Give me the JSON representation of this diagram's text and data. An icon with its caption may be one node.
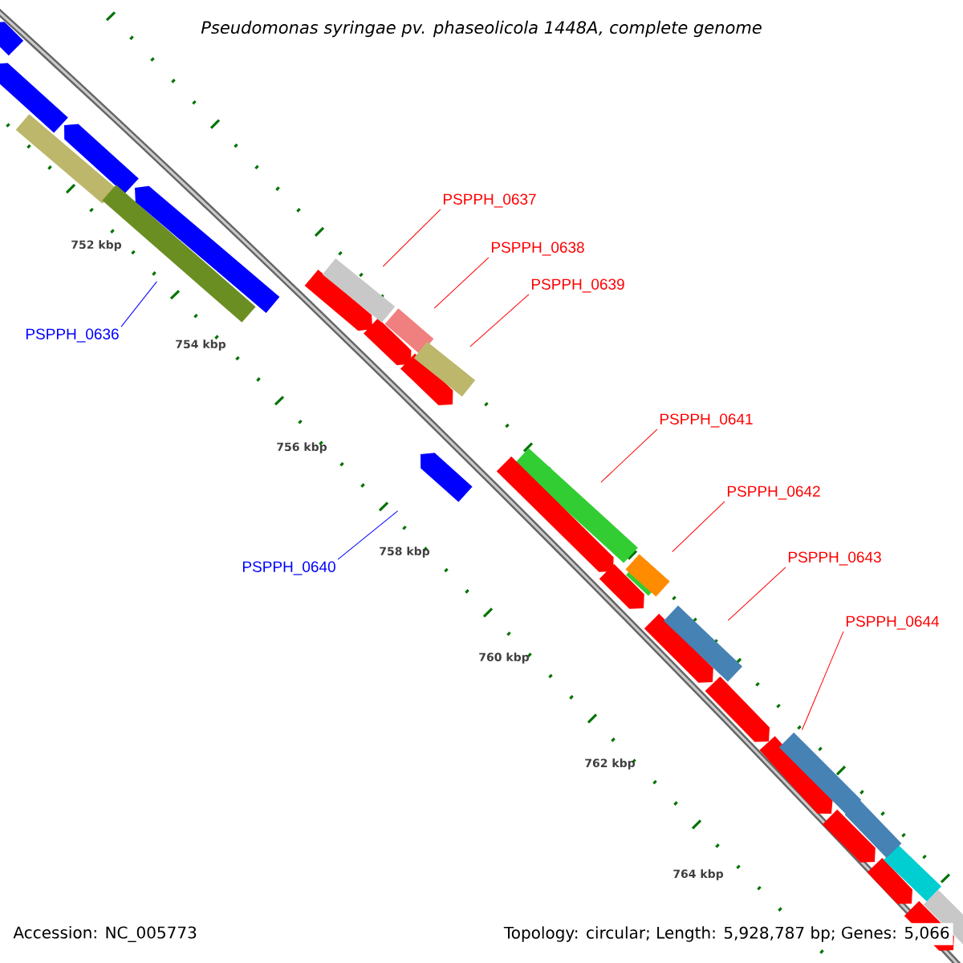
{
  "diagram": {
    "title": "Pseudomonas syringae pv. phaseolicola 1448A, complete genome",
    "nodes": [
      {
        "text": [
          "PSPPH_0636"
        ]
      },
      {
        "text": [
          "PSPPH_0637"
        ]
      },
      {
        "text": [
          "PSPPH_0638"
        ]
      },
      {
        "text": [
          "PSPPH_0639"
        ]
      },
      {
        "text": [
          "PSPPH_0640"
        ]
      },
      {
        "text": [
          "PSPPH_0641"
        ]
      },
      {
        "text": [
          "PSPPH_0642"
        ]
      },
      {
        "text": [
          "PSPPH_0643"
        ]
      },
      {
        "text": [
          "PSPPH_0644"
        ]
      },
      {
        "text": [],
        "shape": "bar"
      },
      {
        "text": [],
        "shape": "bar"
      },
      {
        "text": [],
        "shape": "bar"
      },
      {
        "text": [],
        "shape": "bar"
      },
      {
        "text": [],
        "shape": "arrow"
      },
      {
        "text": [],
        "shape": "bar"
      },
      {
        "text": [],
        "shape": "bar"
      },
      {
        "text": [],
        "shape": "bar"
      },
      {
        "text": [],
        "shape": "bar"
      },
      {
        "text": [],
        "shape": "arrow"
      },
      {
        "text": [],
        "shape": "arrow"
      }
    ],
    "edges": [
      {
        "from": 0,
        "to": 9,
        "arrow": "none",
        "color": "#0000ff"
      },
      {
        "from": 1,
        "to": 10,
        "arrow": "none"
      },
      {
        "from": 2,
        "to": 11,
        "arrow": "none"
      },
      {
        "from": 3,
        "to": 12,
        "arrow": "none"
      },
      {
        "from": 4,
        "to": 13,
        "arrow": "none",
        "color": "#0000ff"
      },
      {
        "from": 5,
        "to": 14,
        "arrow": "none"
      },
      {
        "from": 6,
        "to": 15,
        "arrow": "none"
      },
      {
        "from": 7,
        "to": 16,
        "arrow": "none"
      },
      {
        "from": 8,
        "to": 17,
        "arrow": "none"
      }
    ],
    "labels": [
      "752 kbp",
      "754 kbp",
      "756 kbp",
      "758 kbp",
      "760 kbp",
      "762 kbp",
      "764 kbp",
      "Accession: NC_005773",
      "Topology: circular; Length: 5,928,787 bp; Genes: 5,066"
    ]
  }
}
